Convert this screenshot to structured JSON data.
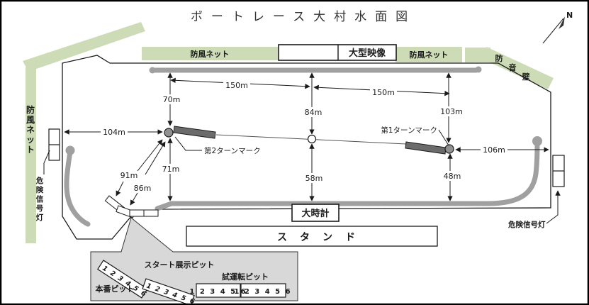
{
  "title": "ボートレース大村水面図",
  "compass": {
    "north_label": "N"
  },
  "facilities": {
    "windbreak_net_top_center": "防風ネット",
    "windbreak_net_top_right": "防風ネット",
    "windbreak_net_left_chars": [
      "防",
      "風",
      "ネ",
      "ッ",
      "ト"
    ],
    "soundproof_wall_chars": [
      "防",
      "音",
      "壁"
    ],
    "large_screen": "大型映像",
    "big_clock": "大時計",
    "grandstand": "スタンド",
    "danger_signal_light_left_chars": [
      "危",
      "険",
      "信",
      "号",
      "灯"
    ],
    "danger_signal_light_right": "危険信号灯"
  },
  "course": {
    "turn_mark_1": "第1ターンマーク",
    "turn_mark_2": "第2ターンマーク"
  },
  "pits": {
    "start_exhibition_pit": "スタート展示ピット",
    "test_run_pit": "試運転ピット",
    "main_pit": "本番ピット",
    "lane_numbers": "1 2 3 4 5 6"
  },
  "dimensions": {
    "top_left_span": "150m",
    "top_right_span": "150m",
    "net_to_turn2": "70m",
    "net_to_center": "84m",
    "net_to_turn1": "103m",
    "left_to_turn2": "104m",
    "turn1_to_right": "106m",
    "turn2_to_bottom": "71m",
    "center_to_bottom": "58m",
    "turn1_to_bottom": "48m",
    "pit_dim_a": "91m",
    "pit_dim_b": "86m"
  },
  "colors": {
    "net_green": "#cddcb6",
    "track_gray": "#a0a0a0",
    "pit_gray": "#d8d8d8",
    "mark_dark": "#6b6b6b",
    "line": "#1a1a1a"
  }
}
